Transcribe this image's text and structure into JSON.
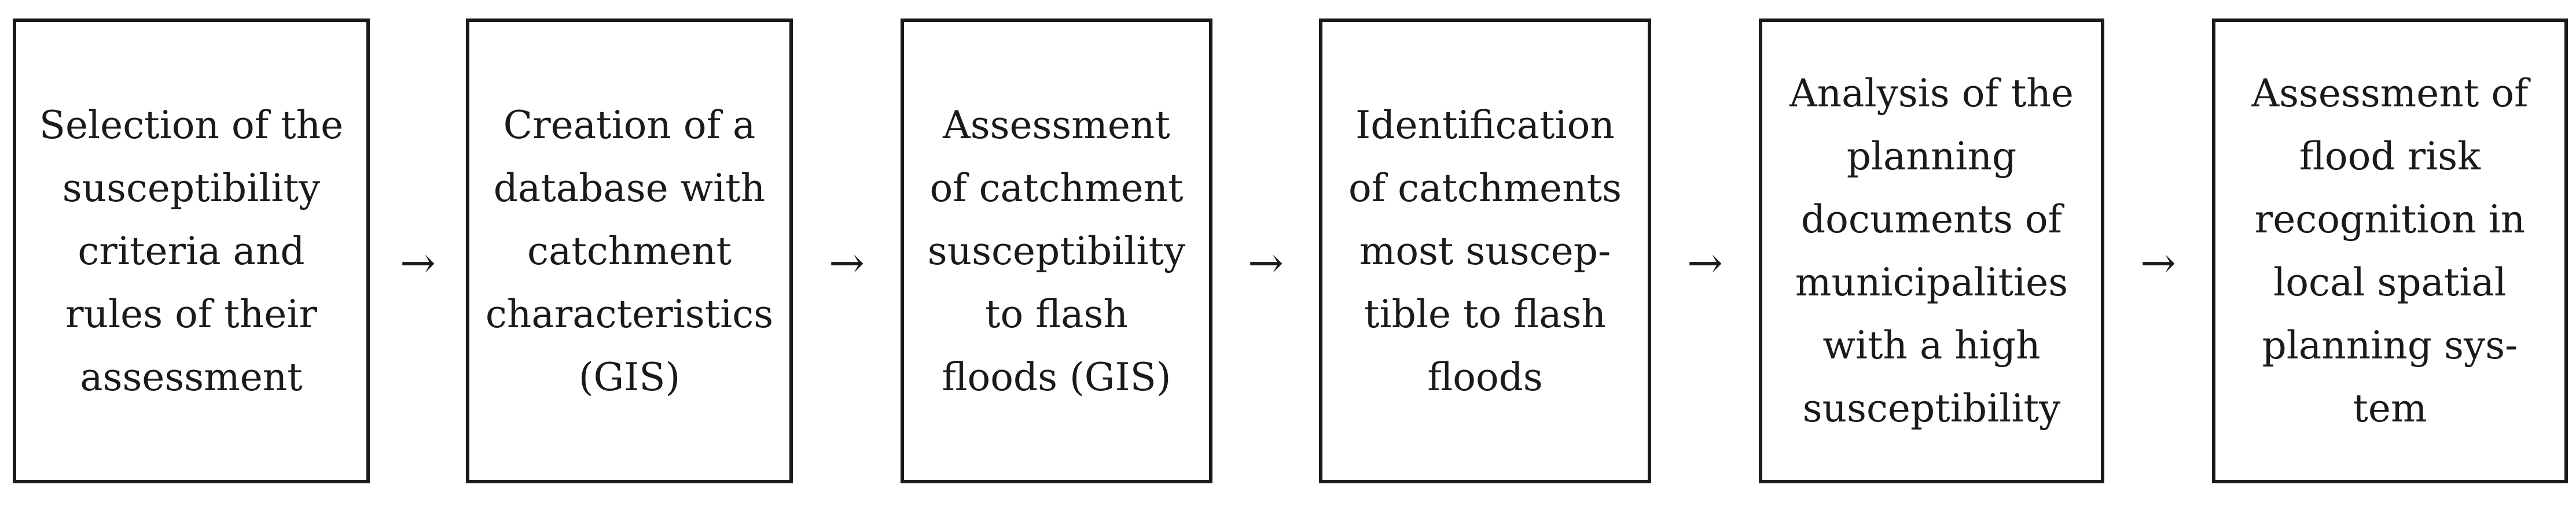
{
  "steps": [
    {
      "lines": [
        "Selection of the",
        "susceptibility",
        "criteria and",
        "rules of their",
        "assessment"
      ]
    },
    {
      "lines": [
        "Creation of a",
        "database with",
        "catchment",
        "characteristics",
        "(GIS)"
      ]
    },
    {
      "lines": [
        "Assessment",
        "of catchment",
        "susceptibility",
        "to flash",
        "floods (GIS)"
      ]
    },
    {
      "lines": [
        "Identification",
        "of catchments",
        "most suscep-",
        "tible to flash",
        "floods"
      ]
    },
    {
      "lines": [
        "Analysis of the",
        "planning",
        "documents of",
        "municipalities",
        "with a high",
        "susceptibility"
      ]
    },
    {
      "lines": [
        "Assessment of",
        "flood risk",
        "recognition in",
        "local spatial",
        "planning sys-",
        "tem"
      ]
    }
  ],
  "arrows": [
    "→",
    "→",
    "→",
    "→",
    "→"
  ]
}
